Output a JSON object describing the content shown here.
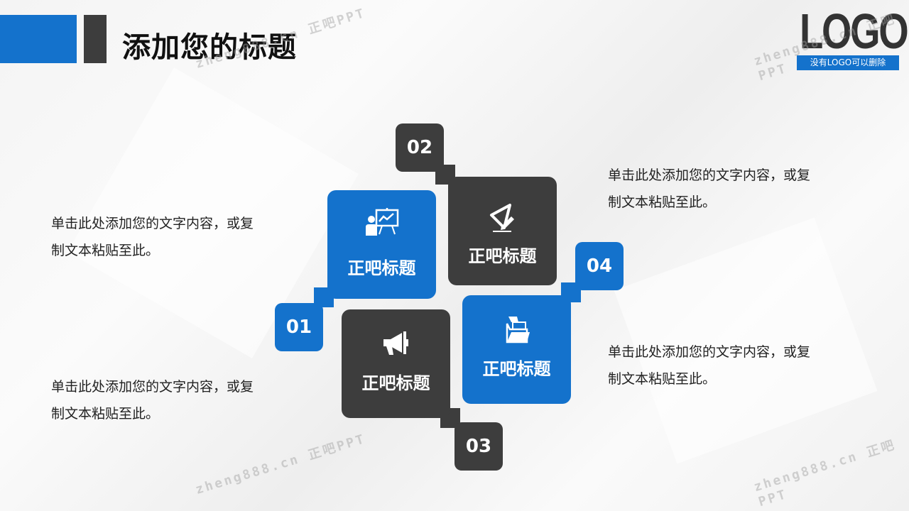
{
  "header": {
    "title": "添加您的标题"
  },
  "logo": {
    "text": "LOGO",
    "note": "没有LOGO可以删除"
  },
  "colors": {
    "blue": "#1472cc",
    "dark": "#3d3d3d"
  },
  "cards": [
    {
      "number": "01",
      "label": "正吧标题",
      "icon": "presentation-chart-icon",
      "color": "blue"
    },
    {
      "number": "02",
      "label": "正吧标题",
      "icon": "ruler-pencil-icon",
      "color": "dark"
    },
    {
      "number": "03",
      "label": "正吧标题",
      "icon": "megaphone-icon",
      "color": "dark"
    },
    {
      "number": "04",
      "label": "正吧标题",
      "icon": "folder-files-icon",
      "color": "blue"
    }
  ],
  "descriptions": [
    {
      "line1": "单击此处添加您的文字内容，或复",
      "line2": "制文本粘贴至此。"
    },
    {
      "line1": "单击此处添加您的文字内容，或复",
      "line2": "制文本粘贴至此。"
    },
    {
      "line1": "单击此处添加您的文字内容，或复",
      "line2": "制文本粘贴至此。"
    },
    {
      "line1": "单击此处添加您的文字内容，或复",
      "line2": "制文本粘贴至此。"
    }
  ],
  "watermark": "zheng888.cn 正吧PPT"
}
